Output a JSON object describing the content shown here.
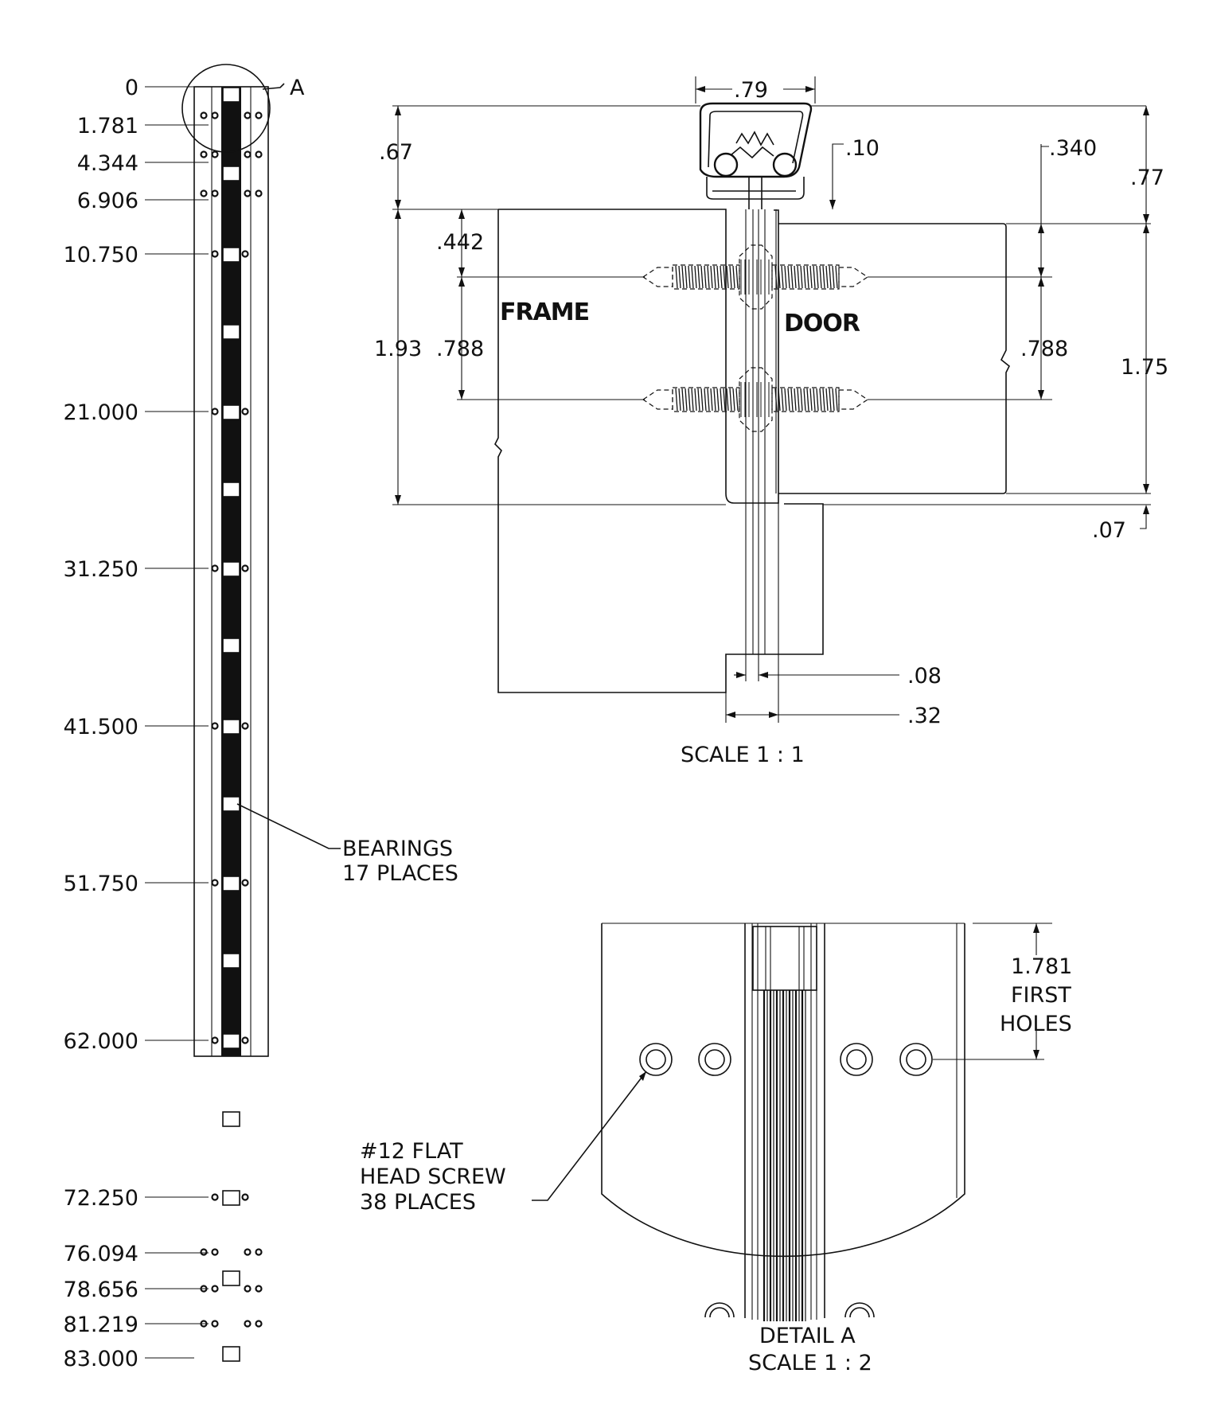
{
  "hinge_positions": {
    "labels": [
      "0",
      "1.781",
      "4.344",
      "6.906",
      "10.750",
      "21.000",
      "31.250",
      "41.500",
      "51.750",
      "62.000",
      "72.250",
      "76.094",
      "78.656",
      "81.219",
      "83.000"
    ],
    "detail_callout": "A",
    "bearings_note": [
      "BEARINGS",
      "17 PLACES"
    ]
  },
  "section_view": {
    "dims": {
      "width_top": ".79",
      "height_left_top": ".67",
      "gap_top": ".10",
      "door_offset": ".340",
      "right_top": ".77",
      "screw_offset_left": ".442",
      "frame_height": "1.93",
      "screw_spacing_left": ".788",
      "screw_spacing_right": ".788",
      "door_height": "1.75",
      "bottom_gap": ".07",
      "leaf_thickness": ".08",
      "hinge_width": ".32"
    },
    "labels": {
      "frame": "FRAME",
      "door": "DOOR"
    },
    "scale": "SCALE 1 : 1"
  },
  "detail_a": {
    "first_holes": [
      "1.781",
      "FIRST",
      "HOLES"
    ],
    "screw_note": [
      "#12 FLAT",
      "HEAD SCREW",
      "38 PLACES"
    ],
    "title": "DETAIL A",
    "scale": "SCALE 1 : 2"
  }
}
